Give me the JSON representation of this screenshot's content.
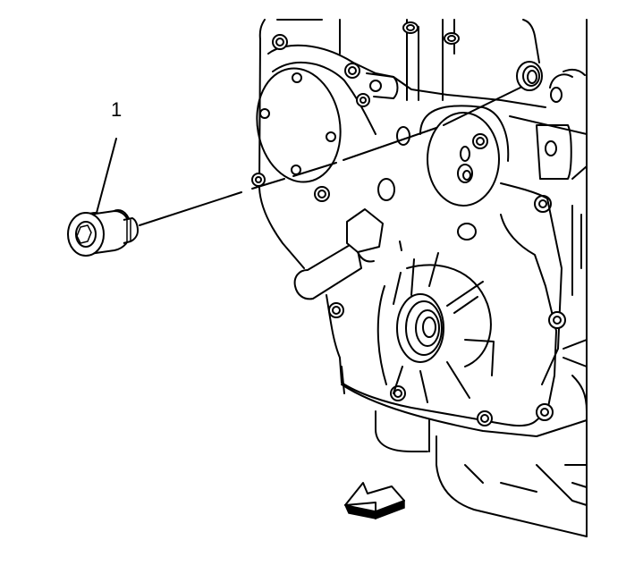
{
  "diagram": {
    "type": "technical-illustration",
    "subject": "engine front cover with plug removal",
    "background_color": "#ffffff",
    "line_color": "#000000",
    "callouts": [
      {
        "id": "1",
        "label": "1",
        "part": "plug"
      }
    ],
    "view_arrow": {
      "direction": "front-left",
      "style": "3d-block-arrow"
    }
  }
}
